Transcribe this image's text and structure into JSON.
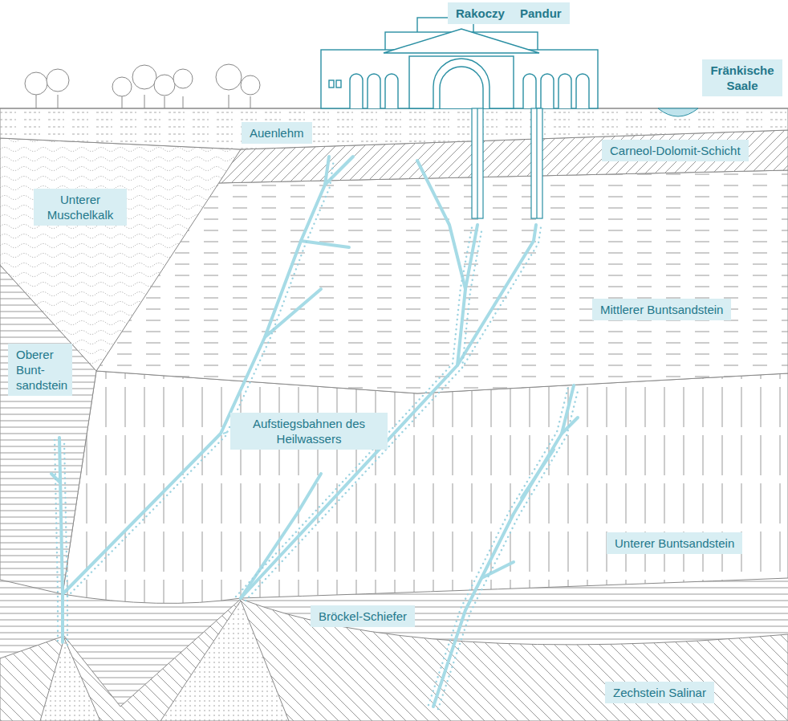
{
  "diagram": {
    "nodes": [
      {
        "text": [
          "Rakoczy"
        ]
      },
      {
        "text": [
          "Pandur"
        ]
      },
      {
        "text": [
          "Fränkische Saale"
        ]
      },
      {
        "text": [
          "Auenlehm"
        ]
      },
      {
        "text": [
          "Carneol-Dolomit-Schicht"
        ]
      },
      {
        "text": [
          "Unterer Muschelkalk"
        ]
      },
      {
        "text": [
          "Mittlerer Buntsandstein"
        ]
      },
      {
        "text": [
          "Oberer Bunt- sandstein"
        ]
      },
      {
        "text": [
          "Aufstiegsbahnen des Heilwassers"
        ]
      },
      {
        "text": [
          "Unterer Buntsandstein"
        ]
      },
      {
        "text": [
          "Bröckel-Schiefer"
        ]
      },
      {
        "text": [
          "Zechstein Salinar"
        ]
      }
    ]
  }
}
